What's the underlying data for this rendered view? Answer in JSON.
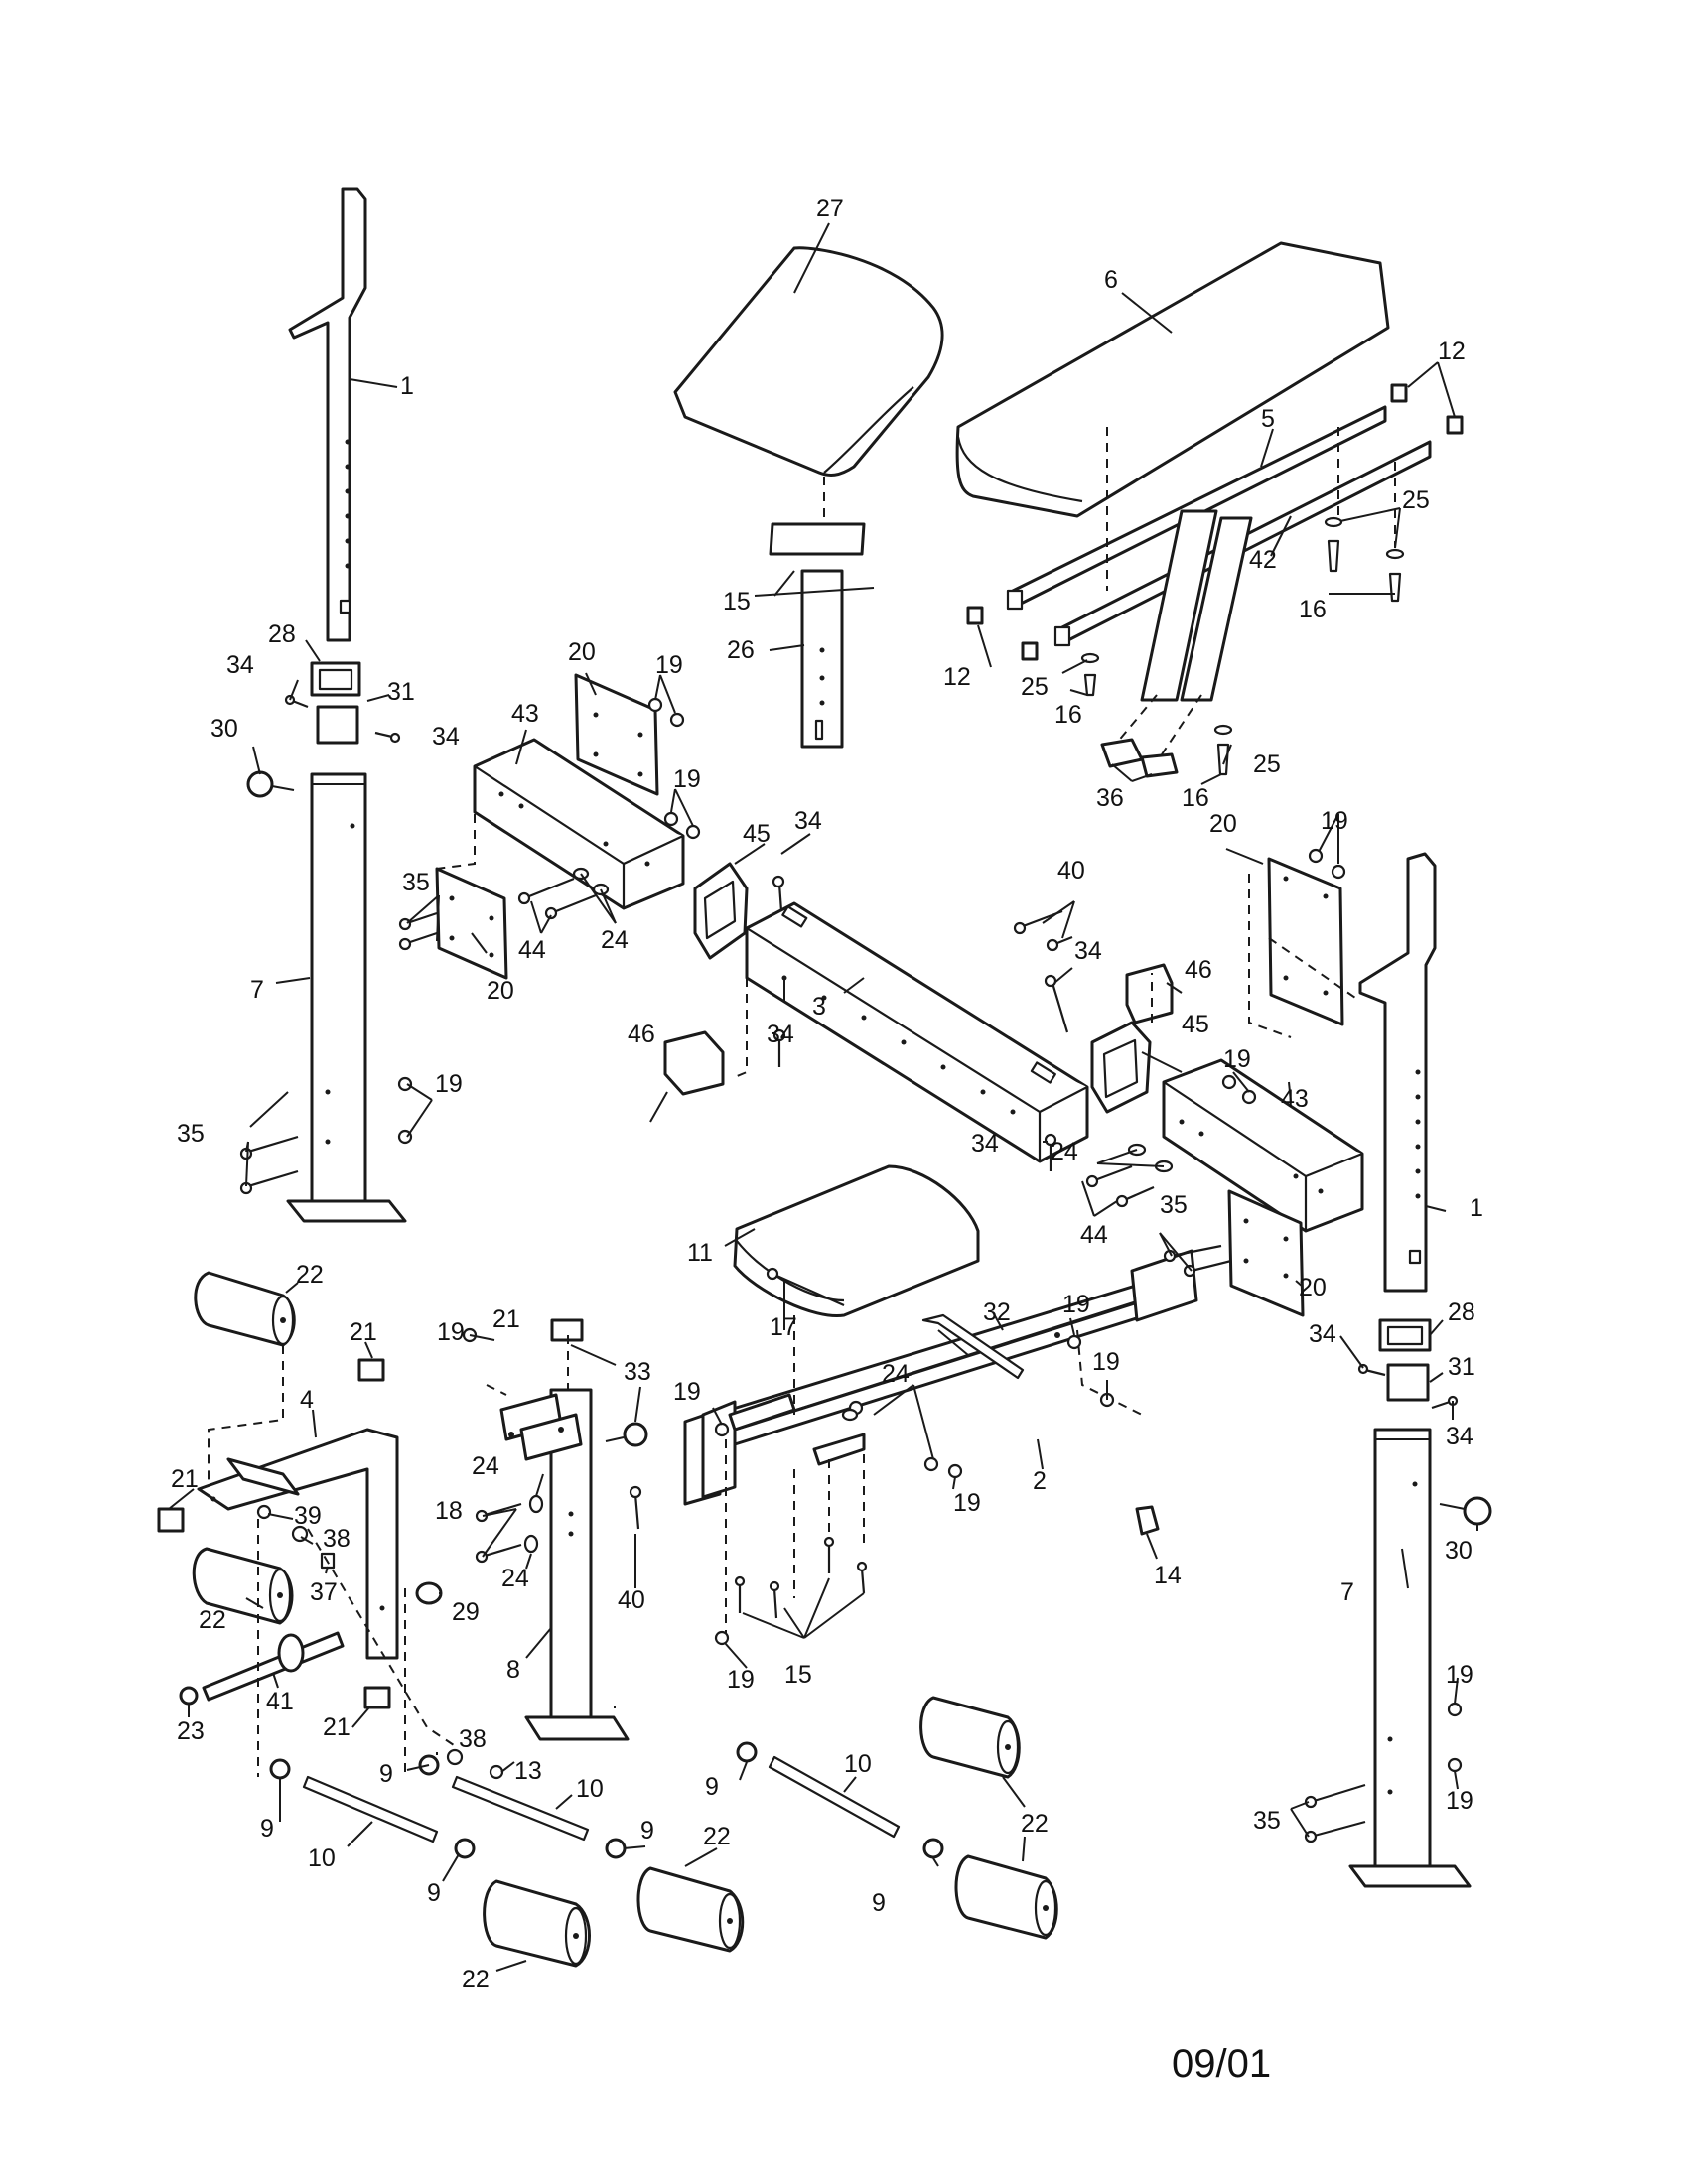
{
  "diagram": {
    "labels": {
      "p1": "1",
      "p2": "2",
      "p3": "3",
      "p4": "4",
      "p5": "5",
      "p6": "6",
      "p7": "7",
      "p8": "8",
      "p9": "9",
      "p10": "10",
      "p11": "11",
      "p12": "12",
      "p13": "13",
      "p14": "14",
      "p15": "15",
      "p16": "16",
      "p17": "17",
      "p18": "18",
      "p19": "19",
      "p20": "20",
      "p21": "21",
      "p22": "22",
      "p23": "23",
      "p24": "24",
      "p25": "25",
      "p26": "26",
      "p27": "27",
      "p28": "28",
      "p29": "29",
      "p30": "30",
      "p31": "31",
      "p32": "32",
      "p33": "33",
      "p34": "34",
      "p35": "35",
      "p36": "36",
      "p37": "37",
      "p38": "38",
      "p39": "39",
      "p40": "40",
      "p41": "41",
      "p42": "42",
      "p43": "43",
      "p44": "44",
      "p45": "45",
      "p46": "46"
    },
    "footer_date": "09/01"
  }
}
